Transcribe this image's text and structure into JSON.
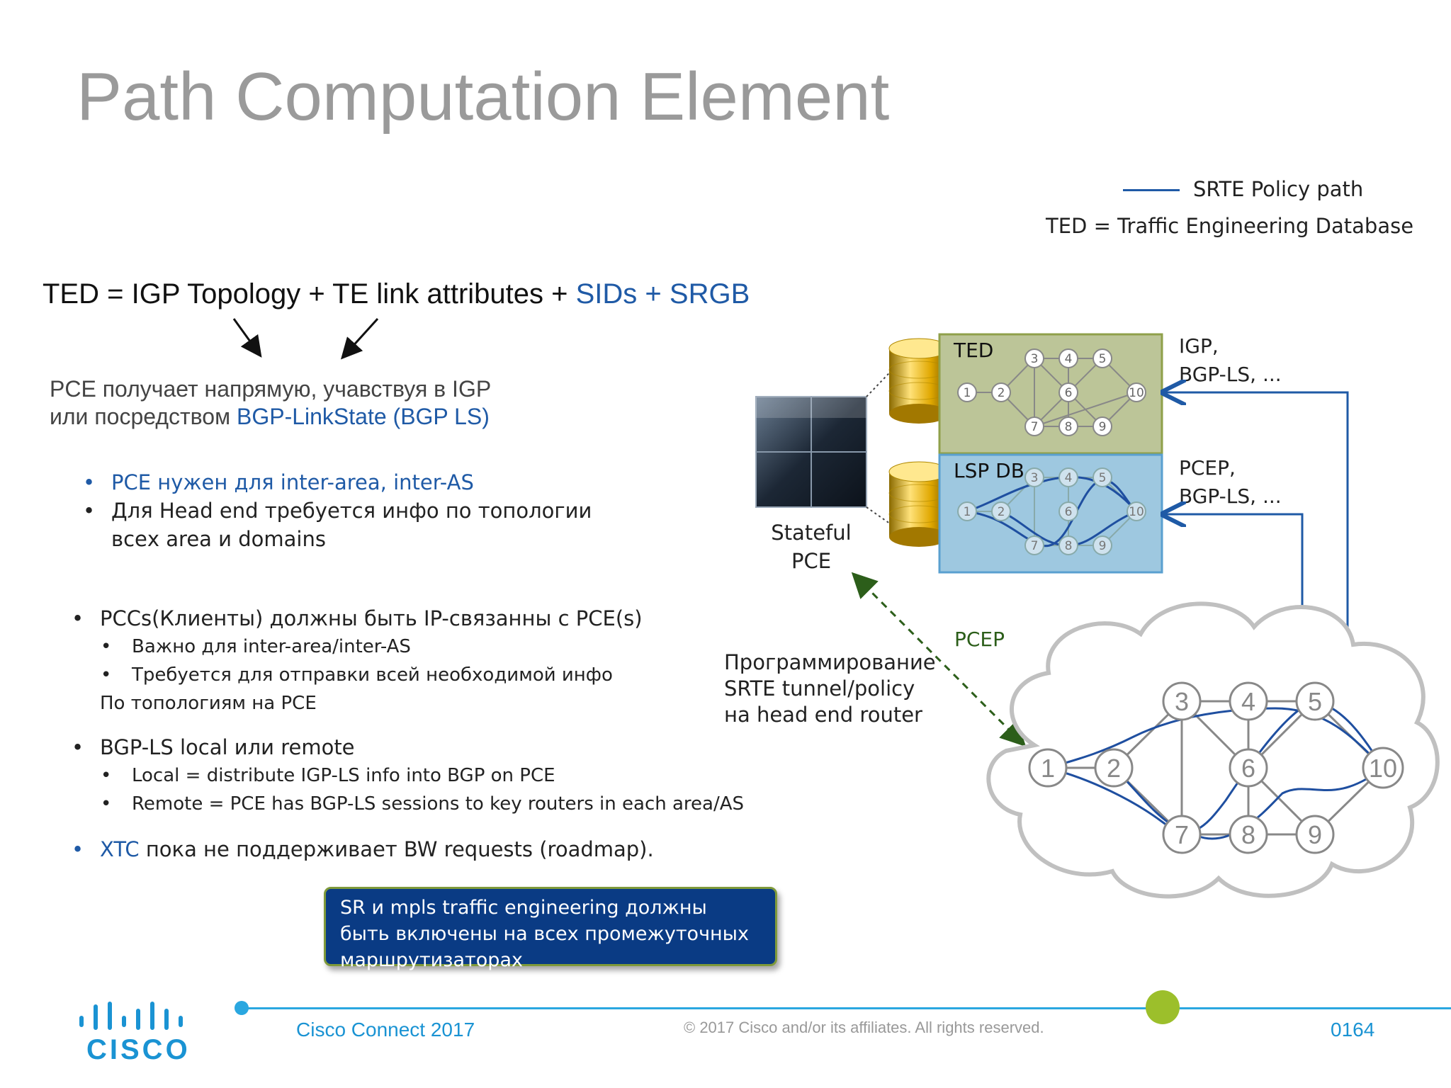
{
  "title": "Path Computation Element",
  "legend": {
    "line_label": "SRTE Policy path",
    "ted_def": "TED = Traffic Engineering Database",
    "line_color": "#1f5aa6"
  },
  "formula": {
    "part_black": "TED = IGP Topology + TE link attributes + ",
    "part_blue": "SIDs + SRGB"
  },
  "pce_receive": {
    "line1": "PCE получает напрямую, учавствуя в IGP",
    "line2_prefix": "или посредством ",
    "line2_blue": "BGP-LinkState (BGP LS)"
  },
  "bullets_group1": [
    {
      "text": "PCE нужен для inter-area, inter-AS"
    },
    {
      "text": "Для Head end требуется инфо по топологии"
    },
    {
      "text": "всех area и domains"
    }
  ],
  "bullets_group2": {
    "item1": "PCCs(Клиенты) должны быть IP-связанны с PCE(s)",
    "sub1": "Важно для inter-area/inter-AS",
    "sub2": "Требуется для отправки всей необходимой  инфо",
    "sub2_cont": "По топологиям на PCE",
    "item2": "BGP-LS local или remote",
    "sub3": "Local = distribute IGP-LS info into BGP on PCE",
    "sub4": "Remote = PCE has BGP-LS sessions to key routers in each area/AS",
    "item3_blue": "XTC",
    "item3_rest": " пока не поддерживает BW requests (roadmap)."
  },
  "note_box": "SR и mpls traffic engineering должны быть включены на всех промежуточных маршрутизаторах",
  "diagram": {
    "ted_label": "TED",
    "lspdb_label": "LSP DB",
    "igp_label_1": "IGP,",
    "igp_label_2": "BGP-LS, ...",
    "pcep_label_1": "PCEP,",
    "pcep_label_2": "BGP-LS, ...",
    "stateful_1": "Stateful",
    "stateful_2": "PCE",
    "pcep_arrow_label": "PCEP",
    "prog_1": "Программирование",
    "prog_2": "SRTE tunnel/policy",
    "prog_3": "на head end router",
    "nodes": [
      "1",
      "2",
      "3",
      "4",
      "5",
      "6",
      "7",
      "8",
      "9",
      "10"
    ]
  },
  "footer": {
    "event": "Cisco Connect 2017",
    "copyright": "© 2017  Cisco and/or its affiliates. All rights reserved.",
    "page": "0164",
    "logo": "CISCO"
  }
}
